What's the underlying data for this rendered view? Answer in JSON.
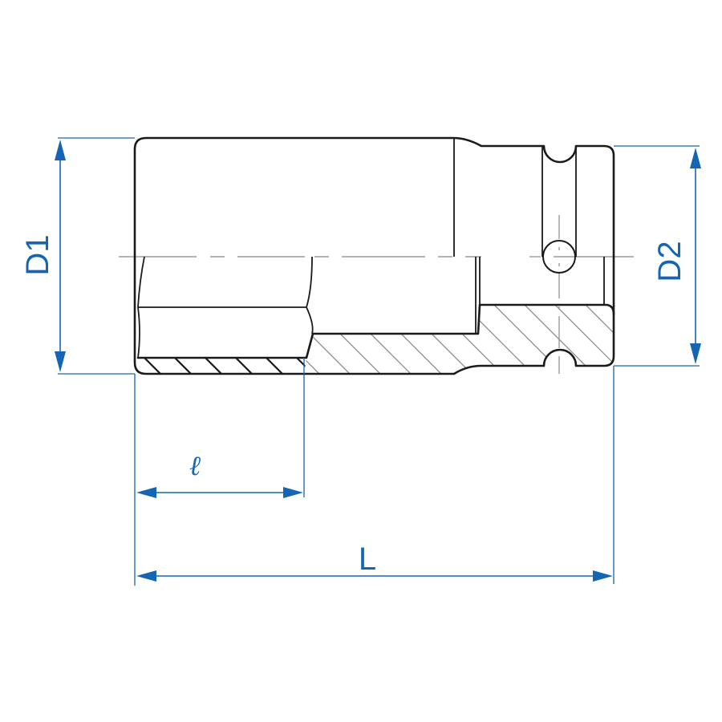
{
  "drawing": {
    "title": "Impact socket technical drawing (deep socket, half cross-section)",
    "colors": {
      "outline": "#1a1a1a",
      "dimension": "#1565b5",
      "centerline": "#9a9a9a",
      "hatch": "#8c8c8c",
      "background": "#ffffff"
    },
    "dimensions": {
      "d1": {
        "label": "D1",
        "meaning": "socket outer diameter (head end)"
      },
      "d2": {
        "label": "D2",
        "meaning": "drive end outer diameter"
      },
      "l_small": {
        "label": "ℓ",
        "meaning": "hex engagement depth"
      },
      "l_total": {
        "label": "L",
        "meaning": "overall length"
      }
    }
  }
}
